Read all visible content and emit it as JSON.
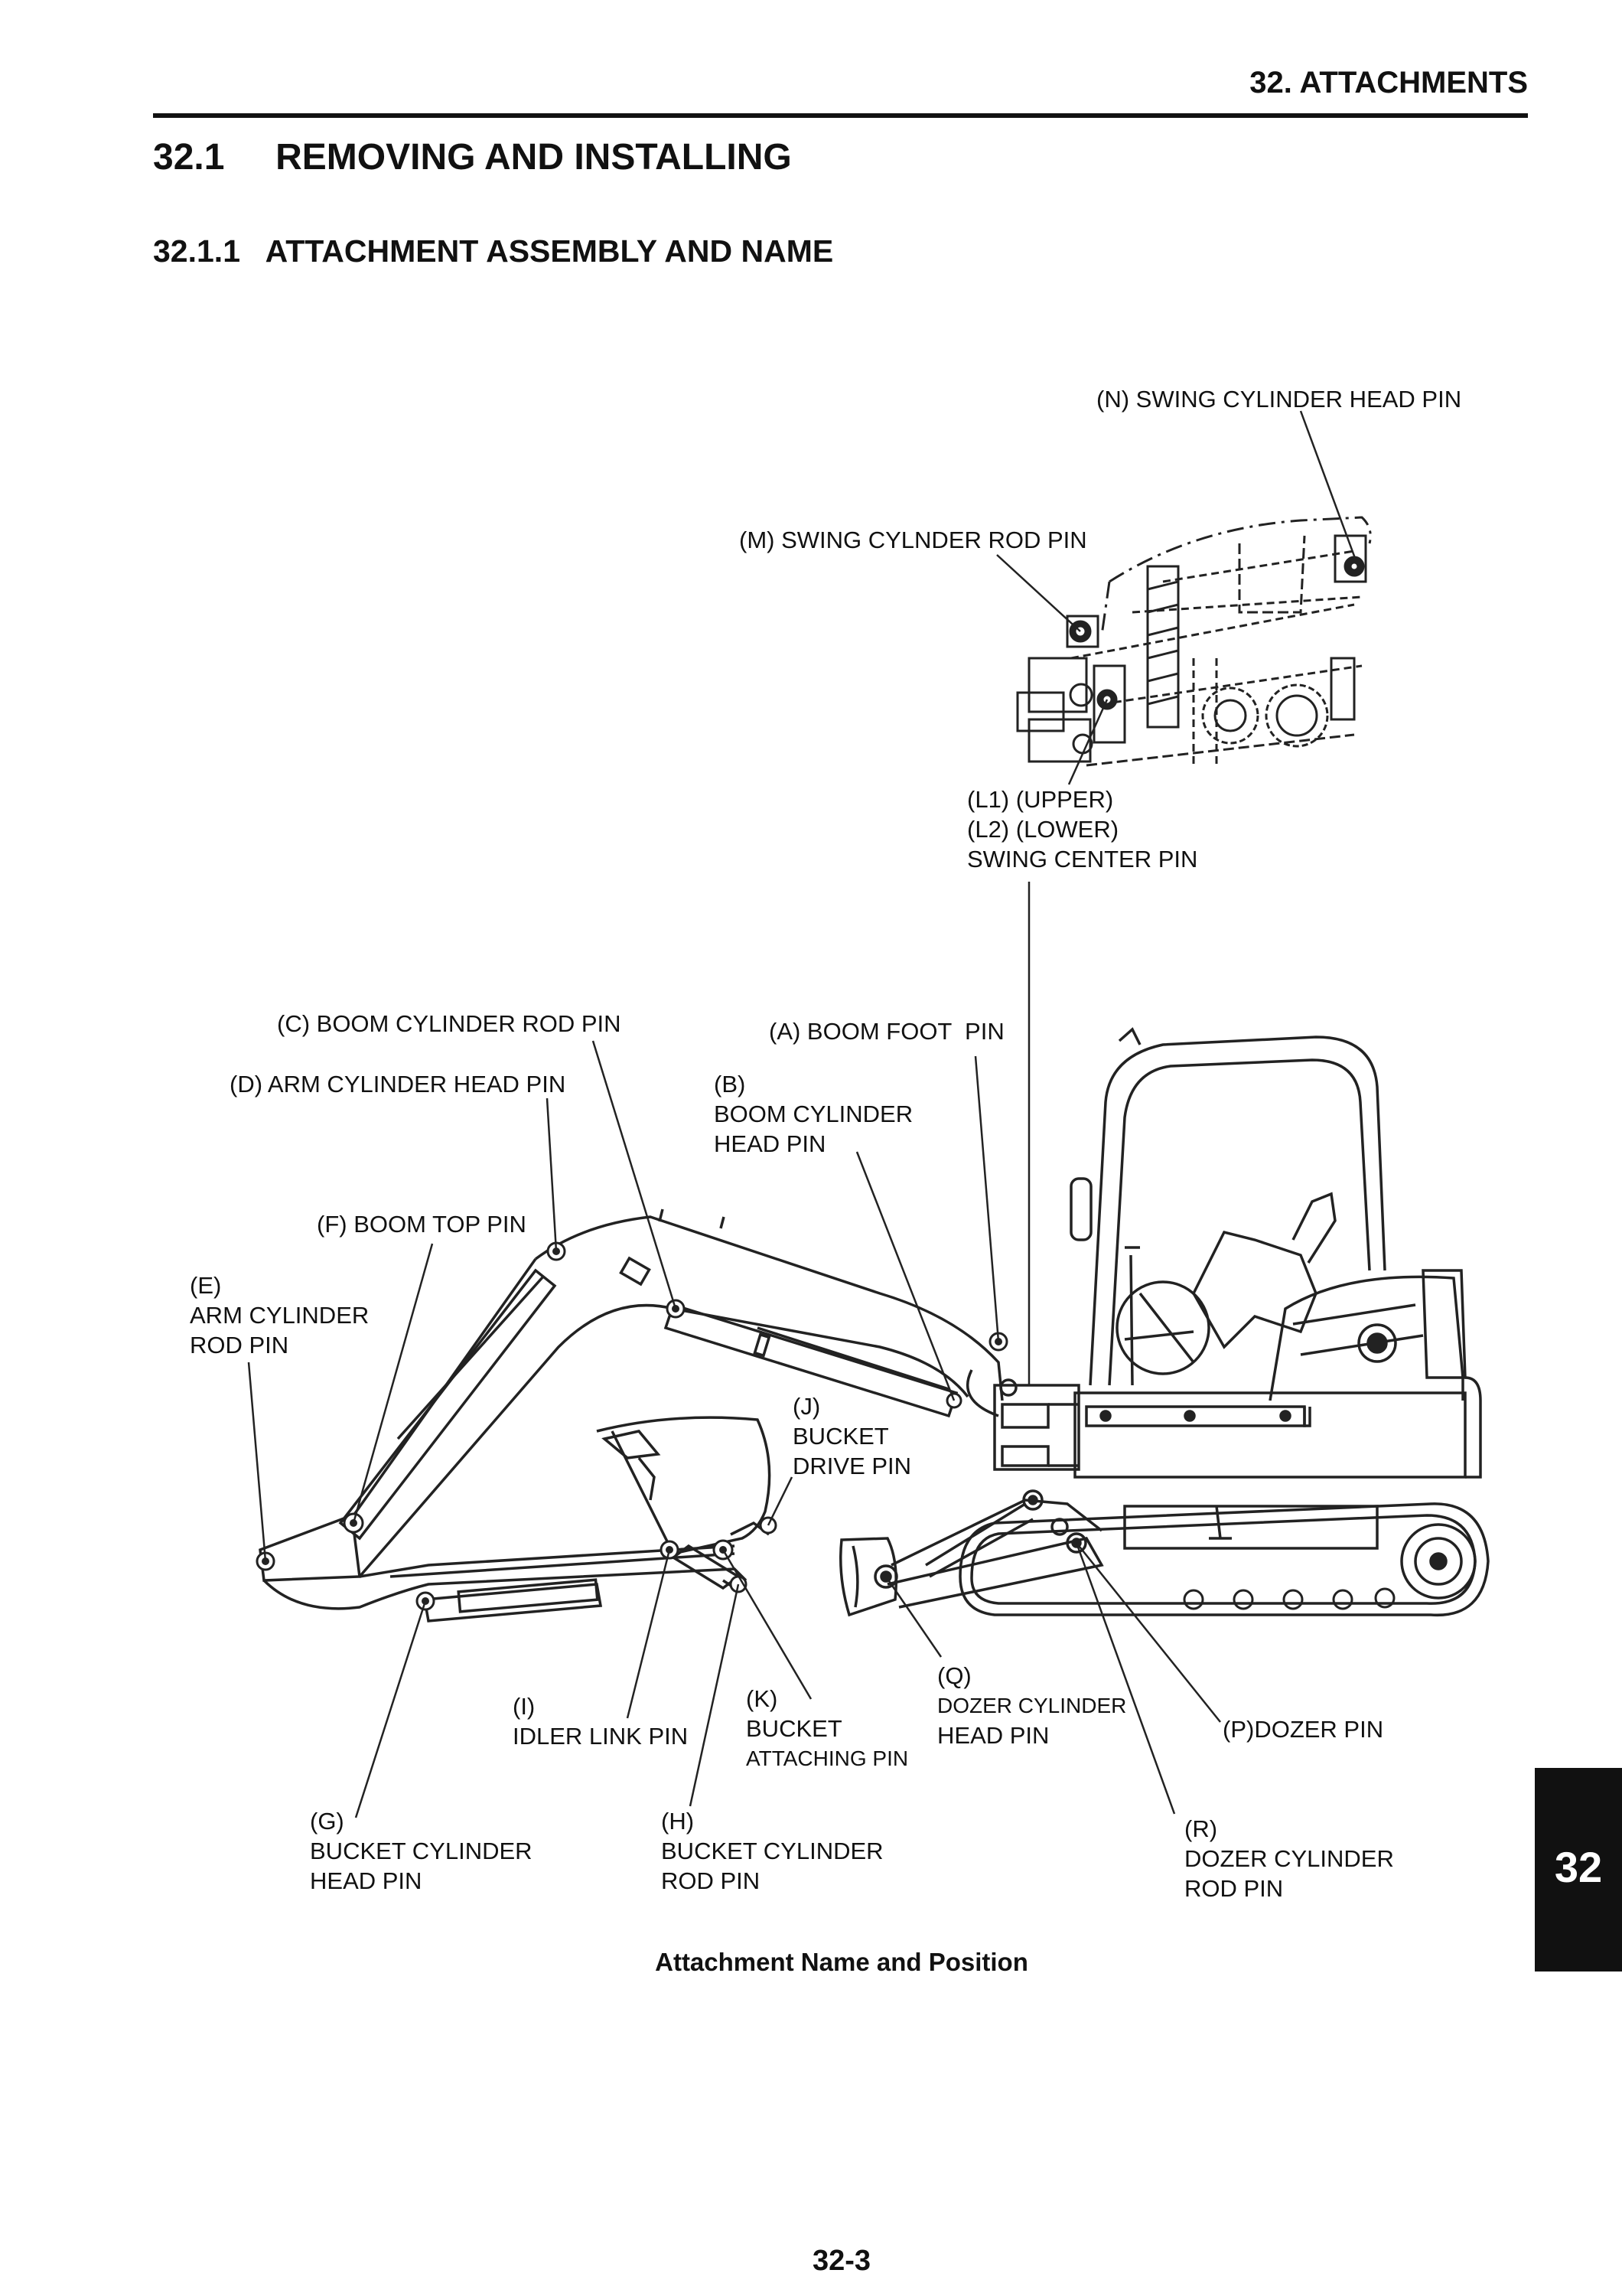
{
  "header": {
    "chapter": "32.  ATTACHMENTS"
  },
  "section": {
    "title": "32.1     REMOVING AND INSTALLING"
  },
  "subsection": {
    "title": "32.1.1   ATTACHMENT ASSEMBLY AND NAME"
  },
  "labels": {
    "n": [
      "(N) SWING CYLINDER HEAD PIN"
    ],
    "m": [
      "(M) SWING CYLNDER ROD PIN"
    ],
    "l": [
      "(L1) (UPPER)",
      "(L2) (LOWER)",
      "SWING CENTER PIN"
    ],
    "c": [
      "(C) BOOM CYLINDER ROD PIN"
    ],
    "a": [
      "(A) BOOM FOOT  PIN"
    ],
    "d": [
      "(D) ARM CYLINDER HEAD PIN"
    ],
    "b": [
      "(B)",
      "BOOM CYLINDER",
      "HEAD PIN"
    ],
    "f": [
      "(F) BOOM TOP PIN"
    ],
    "e": [
      "(E)",
      "ARM CYLINDER",
      "ROD PIN"
    ],
    "j": [
      "(J)",
      "BUCKET",
      "DRIVE PIN"
    ],
    "i": [
      "(I)",
      "IDLER LINK PIN"
    ],
    "k": [
      "(K)",
      "BUCKET",
      "ATTACHING PIN"
    ],
    "q": [
      "(Q)",
      "DOZER CYLINDER",
      "HEAD PIN"
    ],
    "p": [
      "(P)DOZER PIN"
    ],
    "g": [
      "(G)",
      "BUCKET CYLINDER",
      "HEAD PIN"
    ],
    "h": [
      "(H)",
      "BUCKET CYLINDER",
      "ROD PIN"
    ],
    "r": [
      "(R)",
      "DOZER CYLINDER",
      "ROD PIN"
    ]
  },
  "caption": "Attachment Name and Position",
  "side_tab": "32",
  "page_number": "32-3"
}
